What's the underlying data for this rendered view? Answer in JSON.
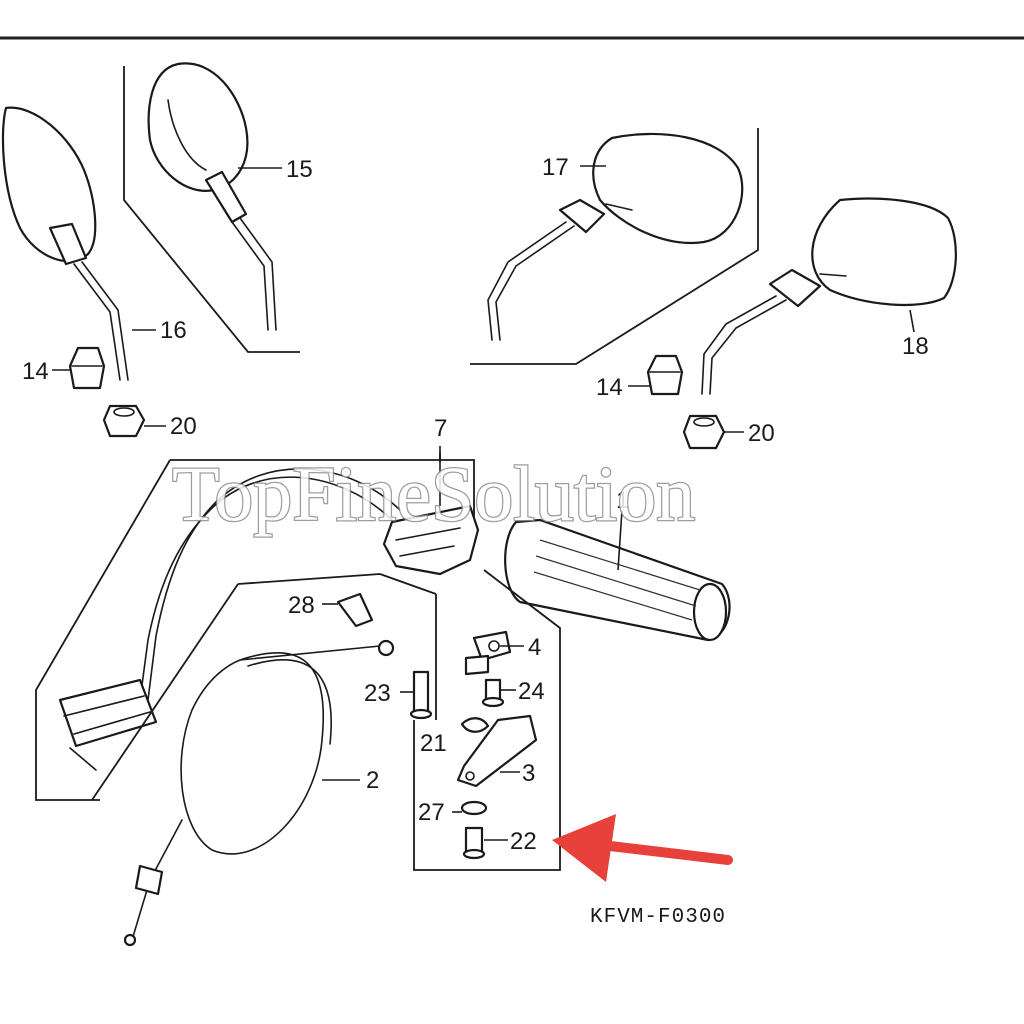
{
  "watermark": "TopFineSolution",
  "diagram_code": "KFVM-F0300",
  "arrow_color": "#e8403a",
  "callouts": {
    "n1": "1",
    "n2": "2",
    "n3": "3",
    "n4": "4",
    "n7": "7",
    "n14a": "14",
    "n14b": "14",
    "n15": "15",
    "n16": "16",
    "n17": "17",
    "n18": "18",
    "n20a": "20",
    "n20b": "20",
    "n21": "21",
    "n22": "22",
    "n23": "23",
    "n24": "24",
    "n27": "27",
    "n28": "28"
  }
}
